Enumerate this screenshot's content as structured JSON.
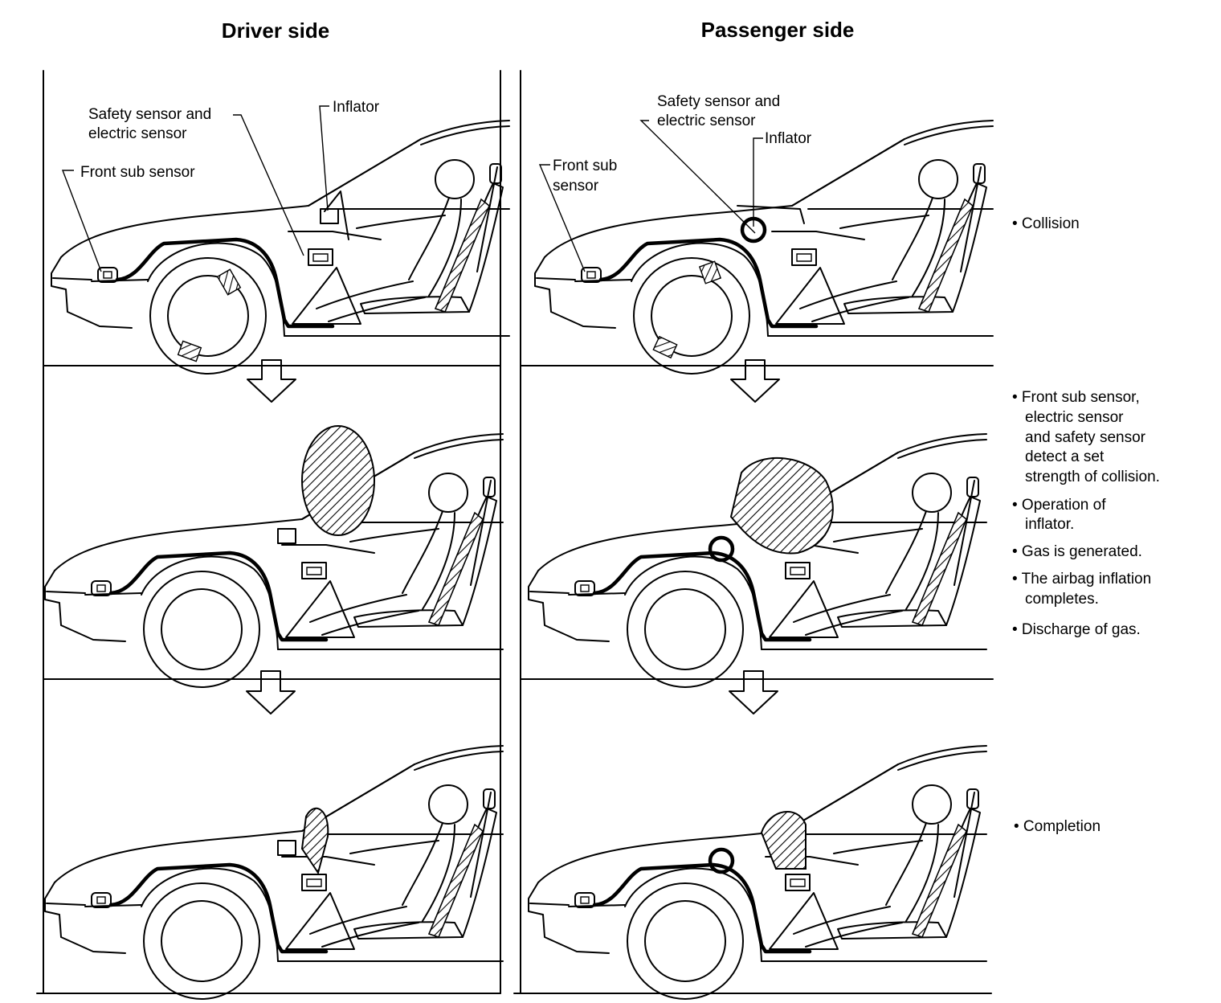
{
  "titles": {
    "driver": "Driver side",
    "passenger": "Passenger side"
  },
  "driver_labels": {
    "safety_sensor": [
      "Safety sensor and",
      "electric sensor"
    ],
    "inflator": "Inflator",
    "front_sub_sensor": "Front sub sensor"
  },
  "passenger_labels": {
    "safety_sensor": [
      "Safety sensor and",
      "electric sensor"
    ],
    "inflator": "Inflator",
    "front_sub_sensor": [
      "Front sub",
      "sensor"
    ]
  },
  "stage_notes": {
    "collision": [
      "• Collision"
    ],
    "inflation": [
      [
        "• Front sub sensor,",
        "electric sensor",
        "and safety sensor",
        "detect a set",
        "strength of collision."
      ],
      [
        "• Operation of",
        "inflator."
      ],
      [
        "• Gas is generated."
      ],
      [
        "• The airbag inflation",
        "completes."
      ],
      [
        "• Discharge of gas."
      ]
    ],
    "completion": [
      "• Completion"
    ]
  },
  "colors": {
    "ink": "#000000",
    "paper": "#ffffff"
  }
}
